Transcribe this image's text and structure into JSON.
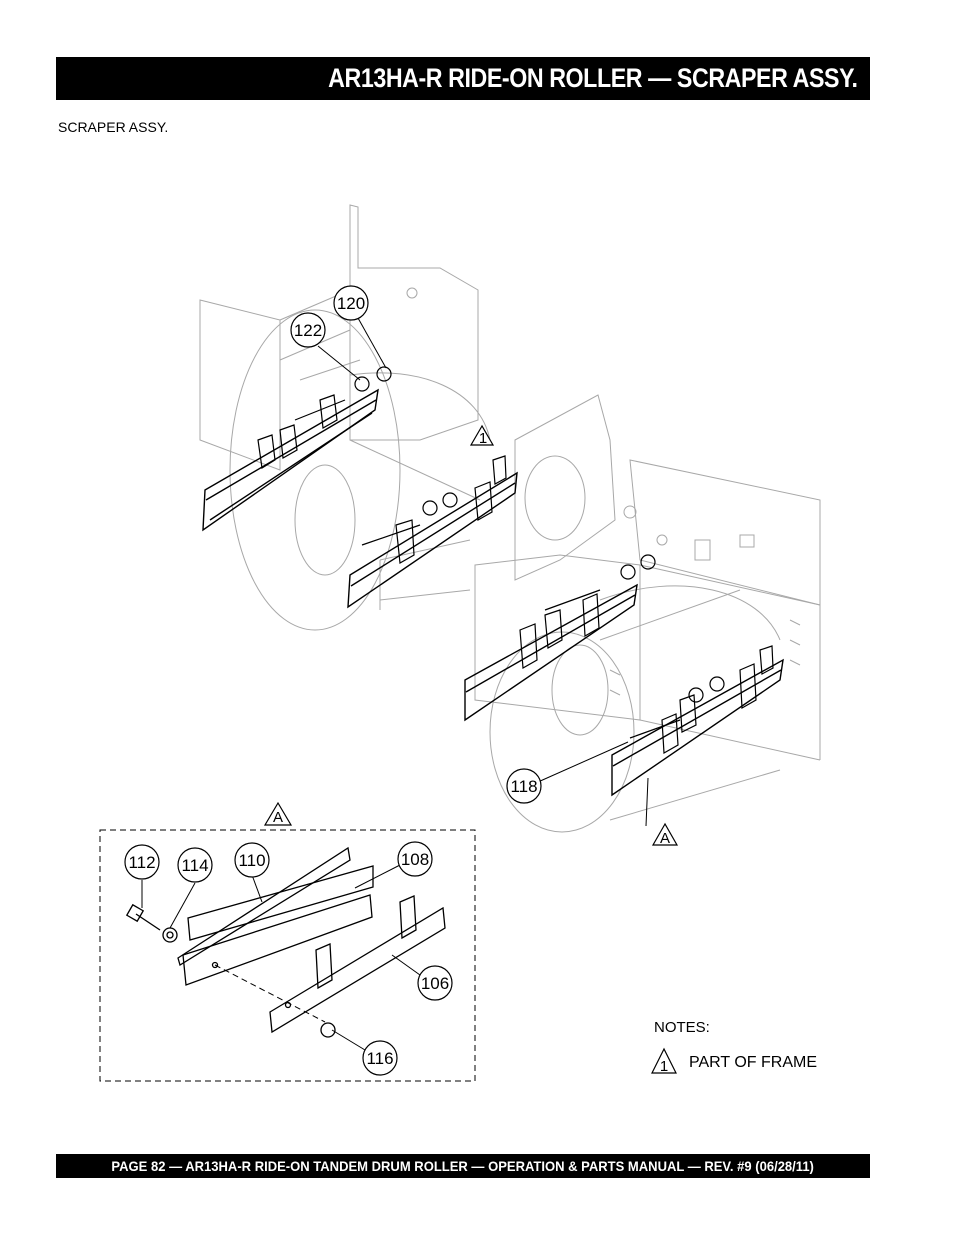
{
  "header": {
    "title": "AR13HA-R RIDE-ON ROLLER — SCRAPER ASSY."
  },
  "section_label": "SCRAPER ASSY.",
  "callouts": {
    "c120": "120",
    "c122": "122",
    "c118": "118",
    "c112": "112",
    "c114": "114",
    "c110": "110",
    "c108": "108",
    "c106": "106",
    "c116": "116"
  },
  "markers": {
    "frame_note": "1",
    "detail_a_top": "A",
    "detail_a_bottom": "A"
  },
  "notes": {
    "title": "NOTES:",
    "note_1_symbol": "1",
    "note_1_text": "PART OF FRAME"
  },
  "footer": {
    "text": "PAGE 82 — AR13HA-R RIDE-ON TANDEM DRUM ROLLER — OPERATION & PARTS MANUAL — REV. #9  (06/28/11)"
  }
}
